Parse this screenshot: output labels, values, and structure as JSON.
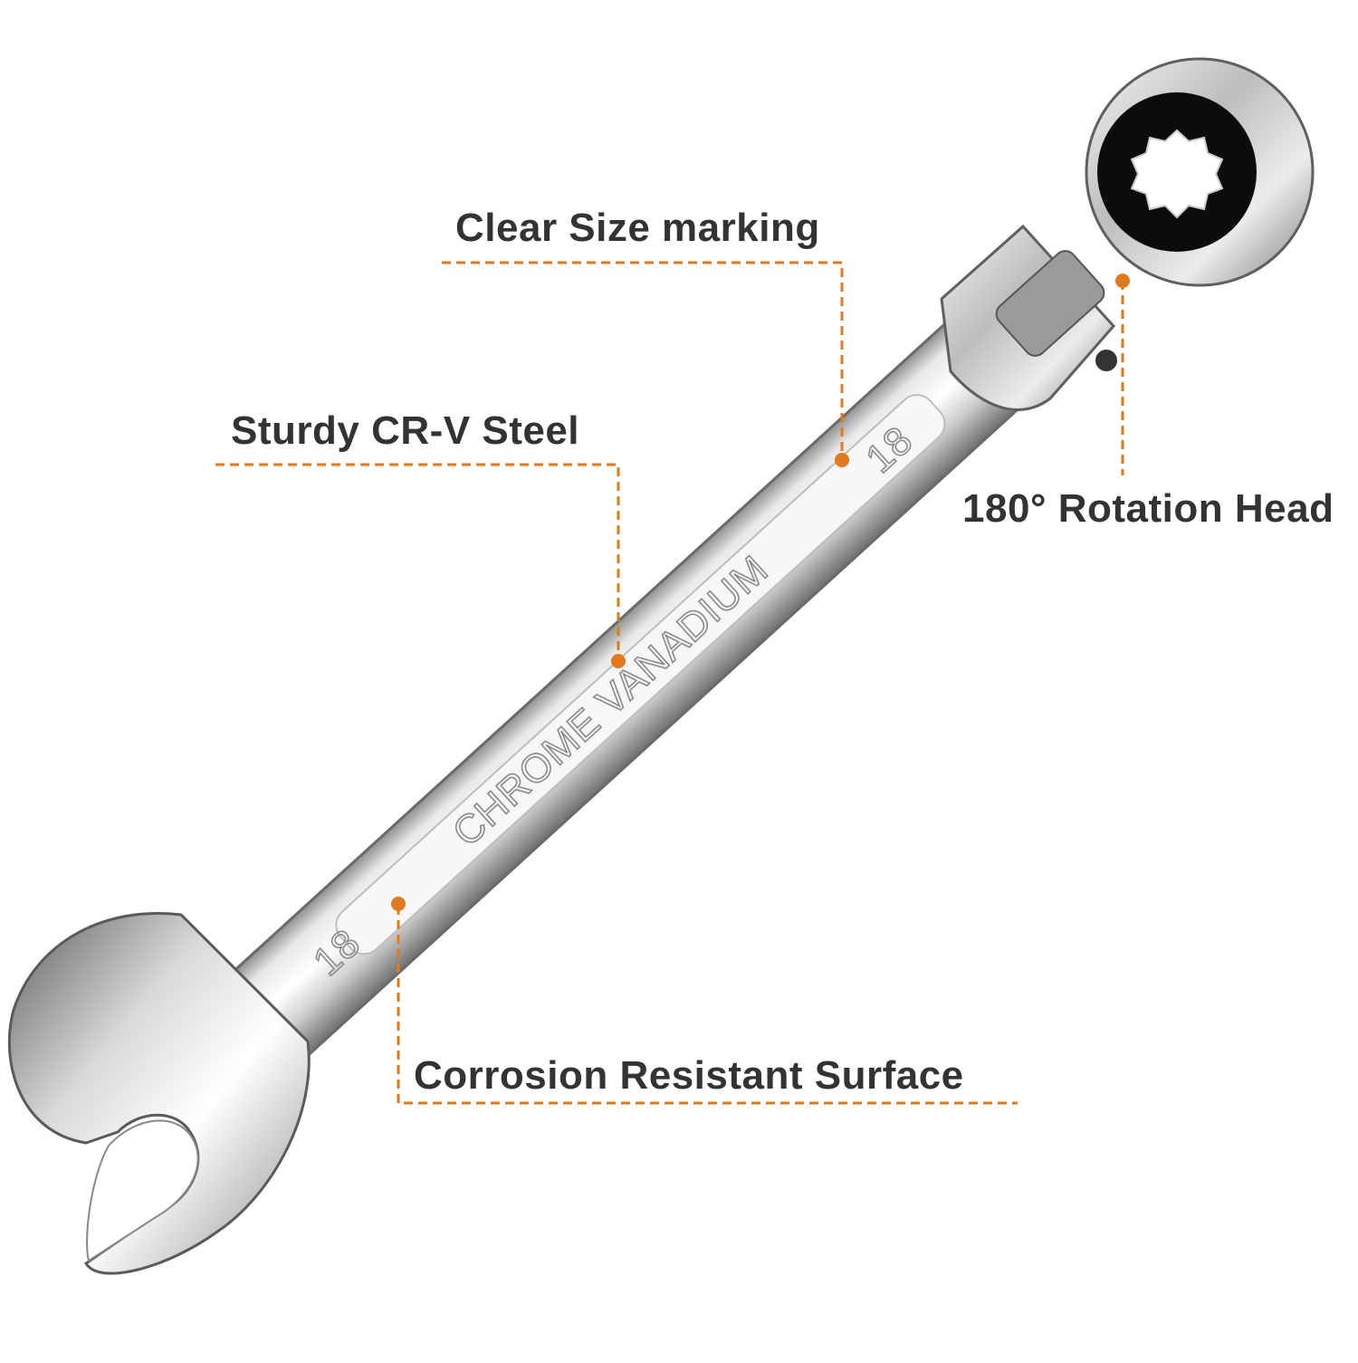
{
  "colors": {
    "accent": "#e07a1f",
    "label": "#333333",
    "background": "#ffffff"
  },
  "callouts": {
    "size_marking": "Clear Size marking",
    "steel": "Sturdy CR-V Steel",
    "rotation_head": "180° Rotation Head",
    "surface": "Corrosion Resistant Surface"
  },
  "engraving": {
    "material": "CHROME VANADIUM",
    "size_mark": "18"
  }
}
